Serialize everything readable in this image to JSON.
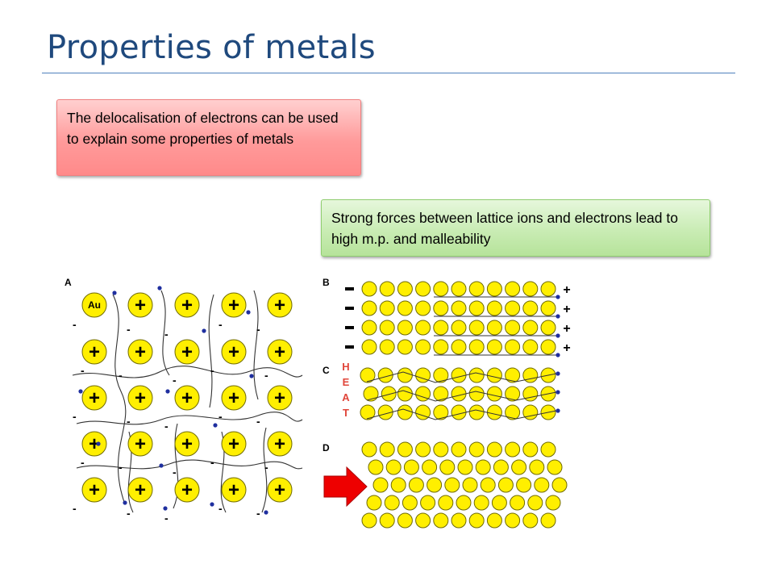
{
  "slide": {
    "title": "Properties of metals",
    "callout_1": "The delocalisation of electrons can be used to explain some properties of metals",
    "callout_2": "Strong forces between lattice ions and electrons lead to high m.p. and malleability"
  },
  "diagram": {
    "panel_labels": [
      "A",
      "B",
      "C",
      "D"
    ],
    "ion_symbol": "Au",
    "cation_sign": "+",
    "electron_sign": "-",
    "heat_label": [
      "H",
      "E",
      "A",
      "T"
    ],
    "colors": {
      "ion_fill": "#ffef00",
      "ion_stroke": "#6f6a00",
      "electron": "#1f2f9f",
      "heat_text": "#e0453a",
      "arrow": "#ee0000"
    }
  }
}
